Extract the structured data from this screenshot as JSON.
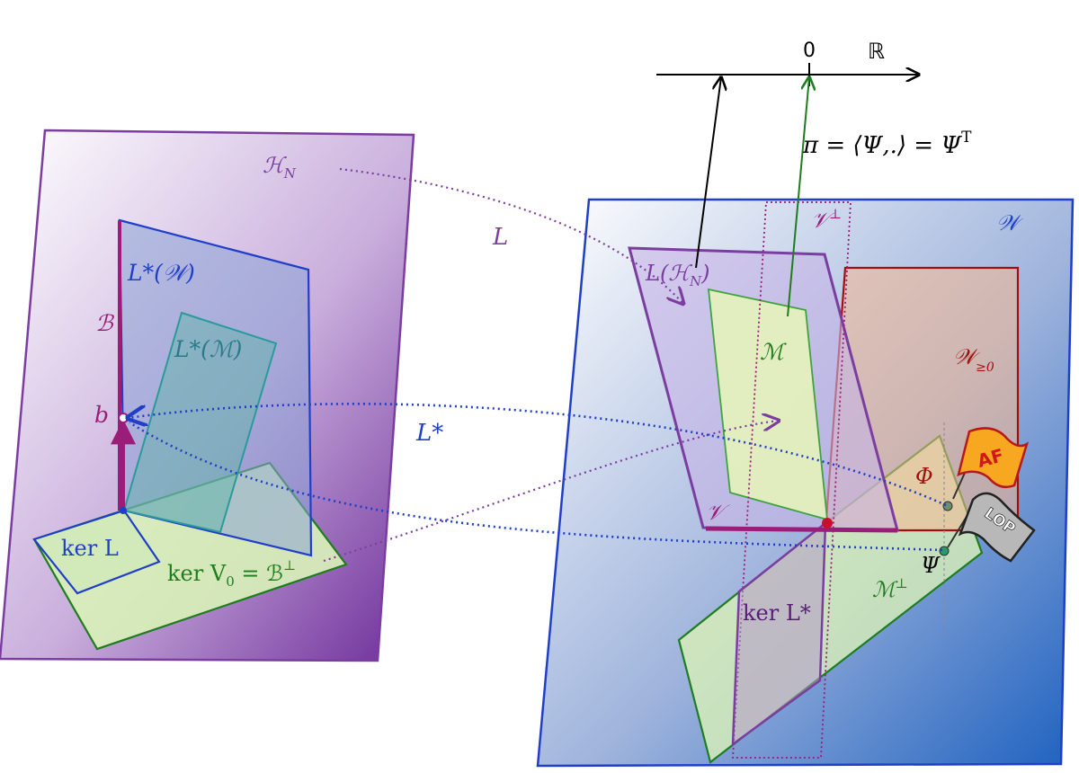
{
  "labels": {
    "real_line": "ℝ",
    "zero": "0",
    "projection": "π = ⟨Ψ,.⟩ = Ψ",
    "projection_sup": "T",
    "H_N": "ℋ",
    "H_N_sub": "N",
    "L_map": "L",
    "L_H_N": "L(ℋ",
    "L_H_N_sub": "N",
    "L_H_N_close": ")",
    "V_perp": "𝒱",
    "V_perp_sup": "⊥",
    "W": "𝒲",
    "W_ge0": "𝒲",
    "W_ge0_sub": "≥0",
    "M": "ℳ",
    "L_star_W": "L*(𝒲)",
    "L_star_M": "L*(ℳ)",
    "B": "ℬ",
    "b": "b",
    "L_star_map": "L*",
    "ker_L": "ker L",
    "ker_V0": "ker V",
    "ker_V0_sub": "0",
    "ker_V0_rest": " = ℬ",
    "ker_V0_sup": "⊥",
    "Phi": "Φ",
    "Psi": "Ψ",
    "V": "𝒱",
    "M_perp": "ℳ",
    "M_perp_sup": "⊥",
    "ker_L_star": "ker L*",
    "flag_af": "AF",
    "flag_lop": "LOP"
  },
  "colors": {
    "purple": "#7b3ea0",
    "blue": "#1f3fc8",
    "green": "#1e7d1e",
    "teal": "#2a9a9a",
    "dark_red": "#a01010",
    "magenta": "#9b1d7a"
  }
}
